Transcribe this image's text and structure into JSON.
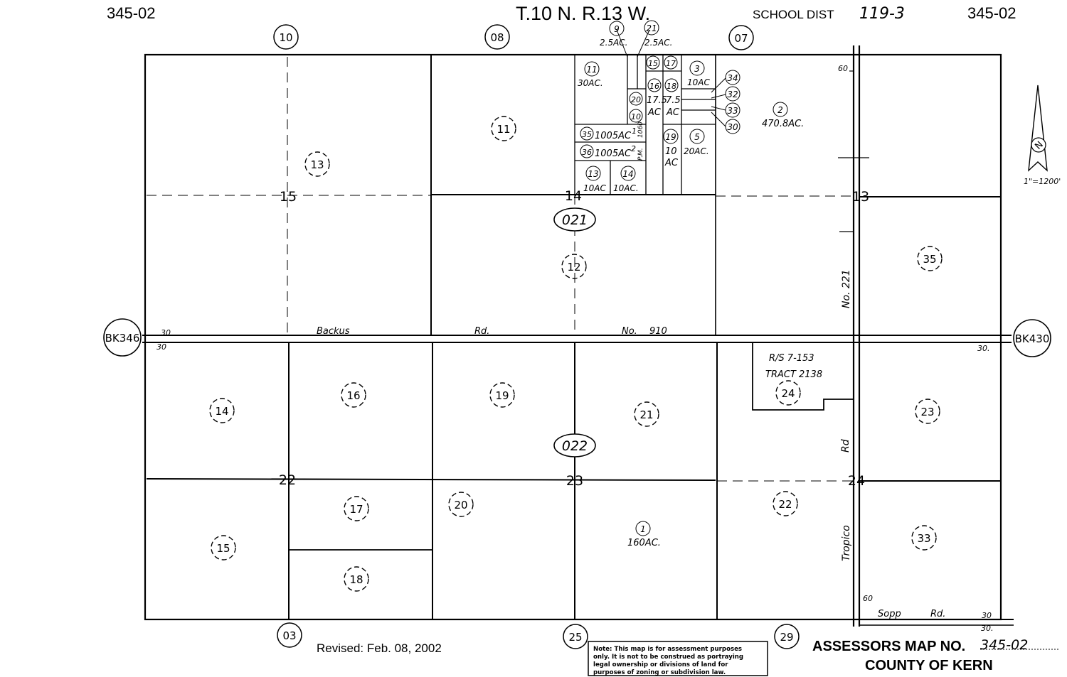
{
  "header": {
    "map_left": "345-02",
    "map_right": "345-02",
    "township": "T.10 N. R.13 W.",
    "school_label": "SCHOOL DIST",
    "school_value": "119-3"
  },
  "book_refs": {
    "left": "BK346",
    "right": "BK430"
  },
  "adjacent_pages": {
    "top": [
      "10",
      "08",
      "07"
    ],
    "bottom": [
      "03",
      "25",
      "29"
    ]
  },
  "sections": [
    "15",
    "14",
    "13",
    "22",
    "23",
    "24"
  ],
  "blocks": [
    "021",
    "022"
  ],
  "parcels_large": [
    "13",
    "11",
    "12",
    "35",
    "14",
    "16",
    "19",
    "21",
    "23",
    "24",
    "22",
    "20",
    "17",
    "15",
    "18",
    "33"
  ],
  "parcels_small": [
    "9",
    "21",
    "11",
    "15",
    "17",
    "3",
    "16",
    "18",
    "20",
    "10",
    "35",
    "36",
    "19",
    "5",
    "13",
    "14",
    "34",
    "32",
    "33",
    "30",
    "2",
    "1"
  ],
  "acreage": {
    "p9": "2.5AC.",
    "p21": "2.5AC.",
    "p11": "30AC.",
    "p3": "10AC",
    "p16": "17.5",
    "p18": "7.5",
    "ac": "AC",
    "p35": "1005AC",
    "p36": "1005AC",
    "pm_num": "1060",
    "pm": "P.M.",
    "p19": "10",
    "p5": "20AC.",
    "p13": "10AC",
    "p14": "10AC.",
    "p2": "470.8AC.",
    "p1": "160AC.",
    "pm_one": "1",
    "pm_two": "2"
  },
  "roads": {
    "backus": "Backus",
    "rd": "Rd.",
    "no": "No.",
    "no_val": "910",
    "no221": "No. 221",
    "tropico": "Tropico",
    "rd2": "Rd",
    "sopp": "Sopp",
    "sopp_rd": "Rd."
  },
  "dims": {
    "d30a": "30",
    "d30b": "30",
    "d30c": "30.",
    "d30d": "30",
    "d30e": "30.",
    "d60a": "60",
    "d60b": "60"
  },
  "tract": {
    "rs": "R/S 7-153",
    "tract": "TRACT 2138"
  },
  "scale": {
    "north": "N",
    "ratio": "1\"=1200'"
  },
  "footer": {
    "revised": "Revised: Feb. 08, 2002",
    "note_lines": [
      "Note: This map is for assessment purposes",
      "only. It is not to be construed as portraying",
      "legal ownership or divisions of land for",
      "purposes of zoning or subdivision law."
    ],
    "assessor_label": "ASSESSORS MAP NO.",
    "assessor_no": "345-02",
    "county": "COUNTY OF KERN"
  }
}
